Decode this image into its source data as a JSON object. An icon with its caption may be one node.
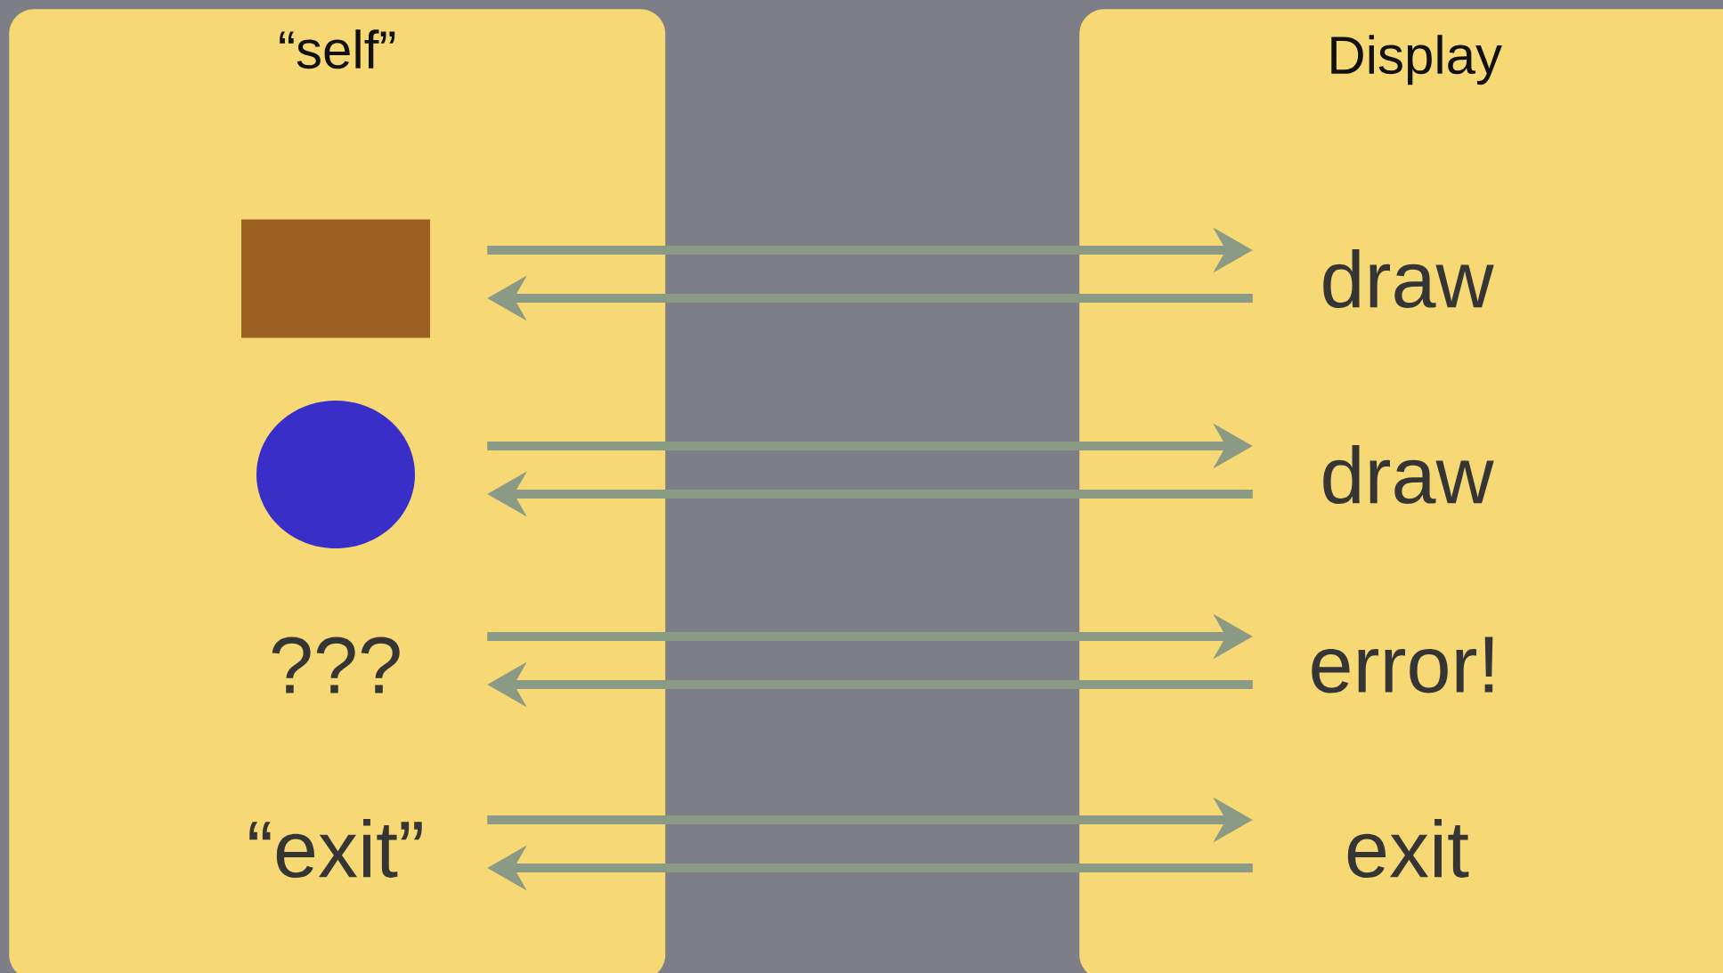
{
  "diagram": {
    "nodes": [
      {
        "text": [
          "“self”"
        ]
      },
      {
        "text": [
          "Display"
        ]
      },
      {
        "text": [],
        "shape": "box",
        "in": 0
      },
      {
        "text": [],
        "shape": "circle",
        "in": 0
      },
      {
        "text": [
          "???"
        ],
        "in": 0
      },
      {
        "text": [
          "“exit”"
        ],
        "in": 0
      },
      {
        "text": [
          "draw"
        ],
        "in": 1
      },
      {
        "text": [
          "draw"
        ],
        "in": 1
      },
      {
        "text": [
          "error!"
        ],
        "in": 1
      },
      {
        "text": [
          "exit"
        ],
        "in": 1
      }
    ],
    "edges": [
      {
        "from": 2,
        "to": 6,
        "arrow": "to"
      },
      {
        "from": 6,
        "to": 2,
        "arrow": "to"
      },
      {
        "from": 3,
        "to": 7,
        "arrow": "to"
      },
      {
        "from": 7,
        "to": 3,
        "arrow": "to"
      },
      {
        "from": 4,
        "to": 8,
        "arrow": "to"
      },
      {
        "from": 8,
        "to": 4,
        "arrow": "to"
      },
      {
        "from": 5,
        "to": 9,
        "arrow": "to"
      },
      {
        "from": 9,
        "to": 5,
        "arrow": "to"
      }
    ]
  }
}
